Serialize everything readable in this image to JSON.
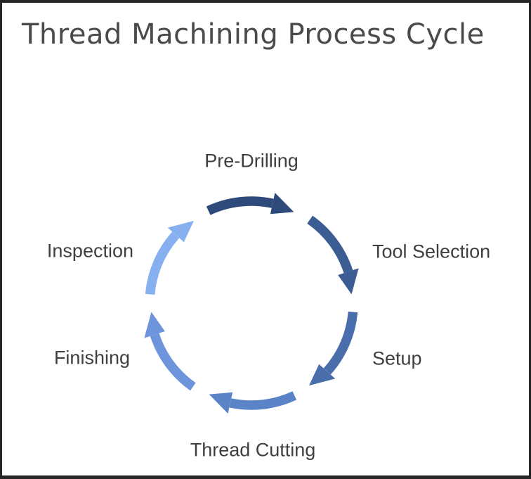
{
  "title": "Thread Machining Process Cycle",
  "chart_data": {
    "type": "cycle",
    "title": "Thread Machining Process Cycle",
    "direction": "clockwise",
    "start_position": "top",
    "steps": [
      "Pre-Drilling",
      "Tool Selection",
      "Setup",
      "Thread Cutting",
      "Finishing",
      "Inspection"
    ],
    "arrow_colors": [
      "#2E4A7B",
      "#3C5C94",
      "#4A6EAC",
      "#5B83C8",
      "#6E95DC",
      "#87B0F1"
    ],
    "label_color": "#3F3F3F",
    "title_color": "#4A4A4A",
    "background_color": "#FFFFFF",
    "border_color": "#262626"
  }
}
